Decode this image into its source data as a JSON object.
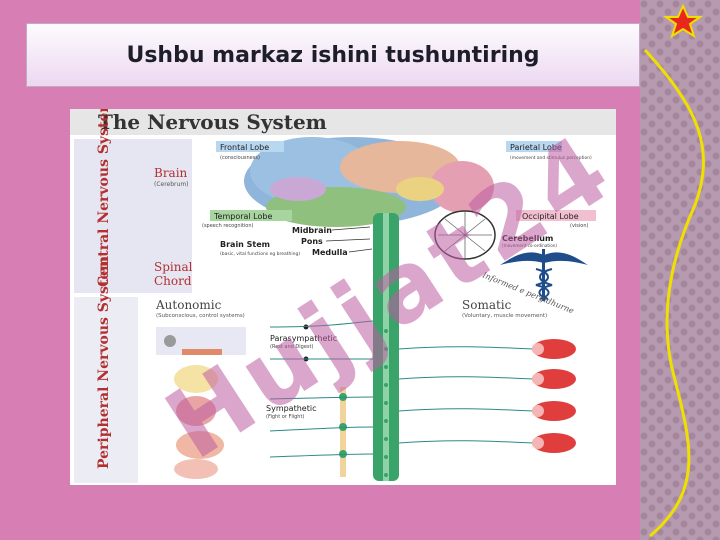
{
  "slide": {
    "title": "Ushbu markaz ishini tushuntiring"
  },
  "figure": {
    "heading": "The Nervous System",
    "cns_label": "Central Nervous System",
    "pns_label": "Peripheral Nervous System",
    "brain": "Brain",
    "brain_sub": "(Cerebrum)",
    "spinal": "Spinal",
    "chord": "Chord",
    "frontal": "Frontal Lobe",
    "frontal_sub": "(consciousness)",
    "parietal": "Parietal Lobe",
    "parietal_sub": "(movement and stimulus perception)",
    "temporal": "Temporal Lobe",
    "temporal_sub": "(speech recognition)",
    "occipital": "Occipital Lobe",
    "occipital_sub": "(vision)",
    "brainstem": "Brain Stem",
    "brainstem_sub": "(basic, vital functions eg breathing)",
    "midbrain": "Midbrain",
    "pons": "Pons",
    "medulla": "Medulla",
    "cerebellum": "Cerebellum",
    "cerebellum_sub": "(movement co-ordination)",
    "autonomic": "Autonomic",
    "autonomic_sub": "(Subconscious, control systems)",
    "parasym": "Parasympathetic",
    "parasym_sub": "(Rest and Digest)",
    "sym": "Sympathetic",
    "sym_sub": "(Fight or Flight)",
    "somatic": "Somatic",
    "somatic_sub": "(Voluntary, muscle movement)",
    "caduceus_text": "Informed e pergidhurne"
  },
  "watermark": "Hujjat24",
  "colors": {
    "background": "#d77fb5",
    "sidebar": "#b69ab0",
    "accent_line": "#f0e000",
    "star": "#e8281e",
    "spine": "#3aa36a",
    "heading_bar": "#e6e6e6"
  },
  "icons": [
    "star-icon",
    "caduceus-icon",
    "muscle-icon"
  ]
}
